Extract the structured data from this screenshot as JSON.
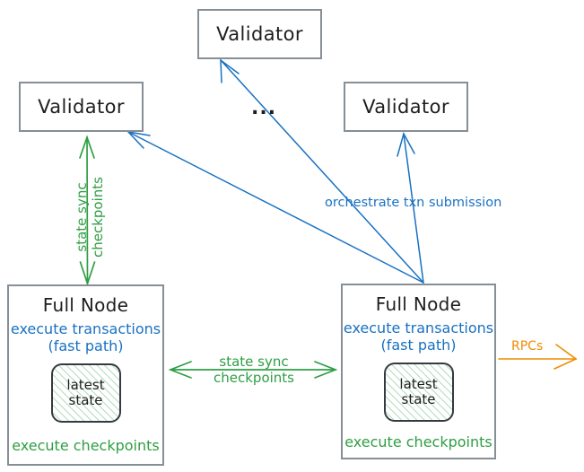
{
  "diagram": {
    "title": "Sui network topology: validators, full nodes, state sync and RPCs",
    "colors": {
      "blue": "#1971c2",
      "green": "#2f9e44",
      "orange": "#f08c00",
      "box_border": "#868e96",
      "ink": "#1e1e1e"
    },
    "nodes": {
      "validator_top": {
        "label": "Validator"
      },
      "validator_left": {
        "label": "Validator"
      },
      "validator_right": {
        "label": "Validator"
      },
      "ellipsis": {
        "label": "..."
      },
      "fullnode_left": {
        "title": "Full Node",
        "blue_line_1": "execute transactions",
        "blue_line_2": "(fast path)",
        "store_line_1": "latest",
        "store_line_2": "state",
        "green_line": "execute checkpoints"
      },
      "fullnode_right": {
        "title": "Full Node",
        "blue_line_1": "execute transactions",
        "blue_line_2": "(fast path)",
        "store_line_1": "latest",
        "store_line_2": "state",
        "green_line": "execute checkpoints"
      }
    },
    "edges": {
      "state_sync_vertical": {
        "line_1": "state sync",
        "line_2": "checkpoints",
        "color": "#2f9e44",
        "direction": "bidirectional"
      },
      "state_sync_horizontal": {
        "line_1": "state sync",
        "line_2": "checkpoints",
        "color": "#2f9e44",
        "direction": "bidirectional"
      },
      "orchestrate": {
        "label": "orchestrate txn submission",
        "color": "#1971c2",
        "direction": "fullnode-to-validators"
      },
      "rpcs": {
        "label": "RPCs",
        "color": "#f08c00",
        "direction": "outbound"
      }
    }
  }
}
